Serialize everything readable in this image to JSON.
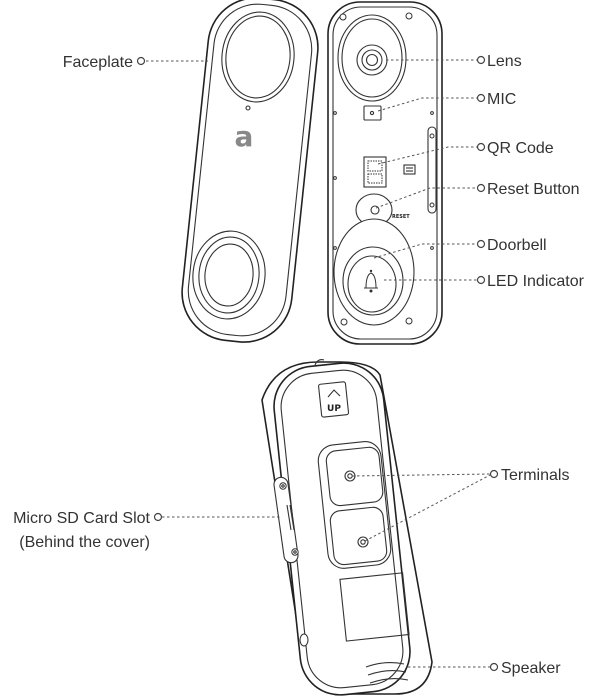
{
  "labels": {
    "faceplate": "Faceplate",
    "lens": "Lens",
    "mic": "MIC",
    "qr_code": "QR Code",
    "reset_button": "Reset Button",
    "doorbell": "Doorbell",
    "led_indicator": "LED Indicator",
    "terminals": "Terminals",
    "micro_sd_line1": "Micro SD Card Slot",
    "micro_sd_line2": "(Behind the cover)",
    "speaker": "Speaker"
  },
  "device_marks": {
    "faceplate_logo": "a",
    "reset_text": "RESET",
    "up_text": "UP"
  }
}
